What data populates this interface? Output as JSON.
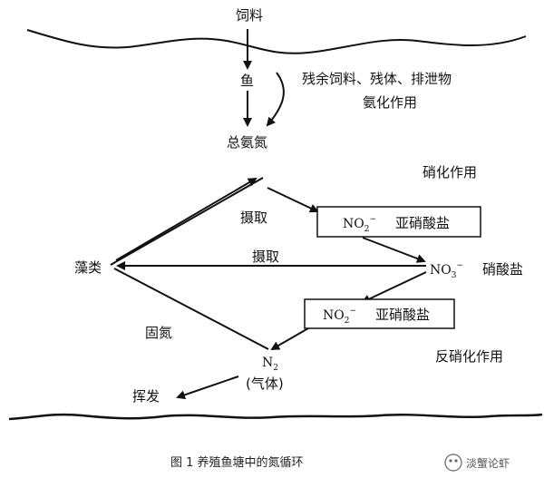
{
  "nodes": {
    "feed": "饲料",
    "fish": "鱼",
    "residue": "残余饲料、残体、排泄物",
    "ammonification": "氨化作用",
    "total_nitrogen": "总氨氮",
    "nitrification": "硝化作用",
    "uptake_upper": "摄取",
    "uptake_middle": "摄取",
    "algae": "藻类",
    "no2_top_formula": "NO",
    "no2_top_sub": "2",
    "no2_top_sup": "−",
    "no2_top_name": "亚硝酸盐",
    "no3_formula": "NO",
    "no3_sub": "3",
    "no3_sup": "−",
    "no3_name": "硝酸盐",
    "no2_bottom_formula": "NO",
    "no2_bottom_sub": "2",
    "no2_bottom_sup": "−",
    "no2_bottom_name": "亚硝酸盐",
    "nitrogen_fixation": "固氮",
    "denitrification": "反硝化作用",
    "n2_formula": "N",
    "n2_sub": "2",
    "gas": "(气体)",
    "volatilization": "挥发"
  },
  "caption": "图 1 养殖鱼塘中的氮循环",
  "watermark": "淡蟹论虾"
}
